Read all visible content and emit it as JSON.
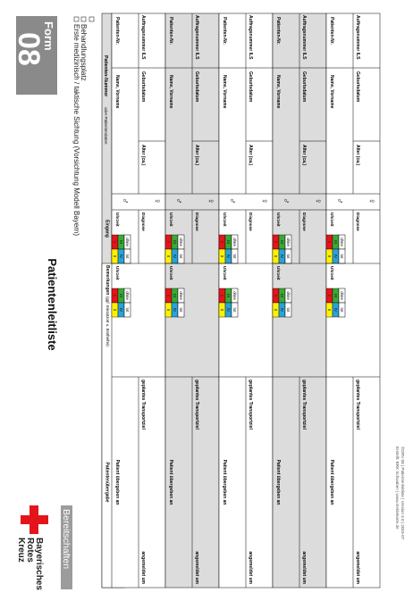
{
  "form": {
    "word": "Form",
    "number": "08"
  },
  "title": "Patientenleitliste",
  "brand": {
    "line1": "Bayerisches",
    "line2": "Rotes",
    "line3": "Kreuz",
    "band": "Bereitschaften"
  },
  "checkbox_line1": "Erste medizinisch / taktische Sichtung (Vorsichtung Modell Bayern)",
  "checkbox_line2": "Behandlungsplatz",
  "header": {
    "patient_data_pre": "Patienten-Nummer",
    "patient_data_post": " oder Patientendaten",
    "eingang": "Eingang",
    "ausgang": "Ausgang",
    "bemerkungen": "Bemerkungen",
    "bemerkungen_note": "(ggf. Einsatzort u. Ersthelfer)",
    "patientenuebergabe": "Patientenübergabe"
  },
  "row_labels": {
    "patienten_nr": "Patienten-Nr.",
    "name": "Name, Vorname",
    "auftragsnummer": "Auftragsnummer ILS",
    "geburtsdatum": "Geburtsdatum",
    "alter": "Alter (ca.)",
    "uhrzeit": "Uhrzeit",
    "diagnose": "Diagnose",
    "ohne": "ohne",
    "tot": "tot",
    "uebergeben": "Patient übergeben an",
    "transportziel": "geplantes Transportziel",
    "angemeldet": "angemeldet um"
  },
  "triage": {
    "labels": [
      "I",
      "II",
      "III",
      "IV"
    ],
    "colors": [
      "#e3151b",
      "#fff200",
      "#3aaa35",
      "#2aa3d8"
    ]
  },
  "male_symbol": "♂",
  "female_symbol": "♀",
  "footer": {
    "line1": "©ORV 08  |  Patientenleitliste  |  Version 4.0  |  2015-07",
    "line2": "Erstellt: BRK Schwaben  |  www.meldekarte.de"
  },
  "colors": {
    "brk_red": "#e3151b",
    "brk_grey": "#9c9c9c",
    "shade": "#dcdcdc",
    "form_grey": "#8a8a8a"
  }
}
